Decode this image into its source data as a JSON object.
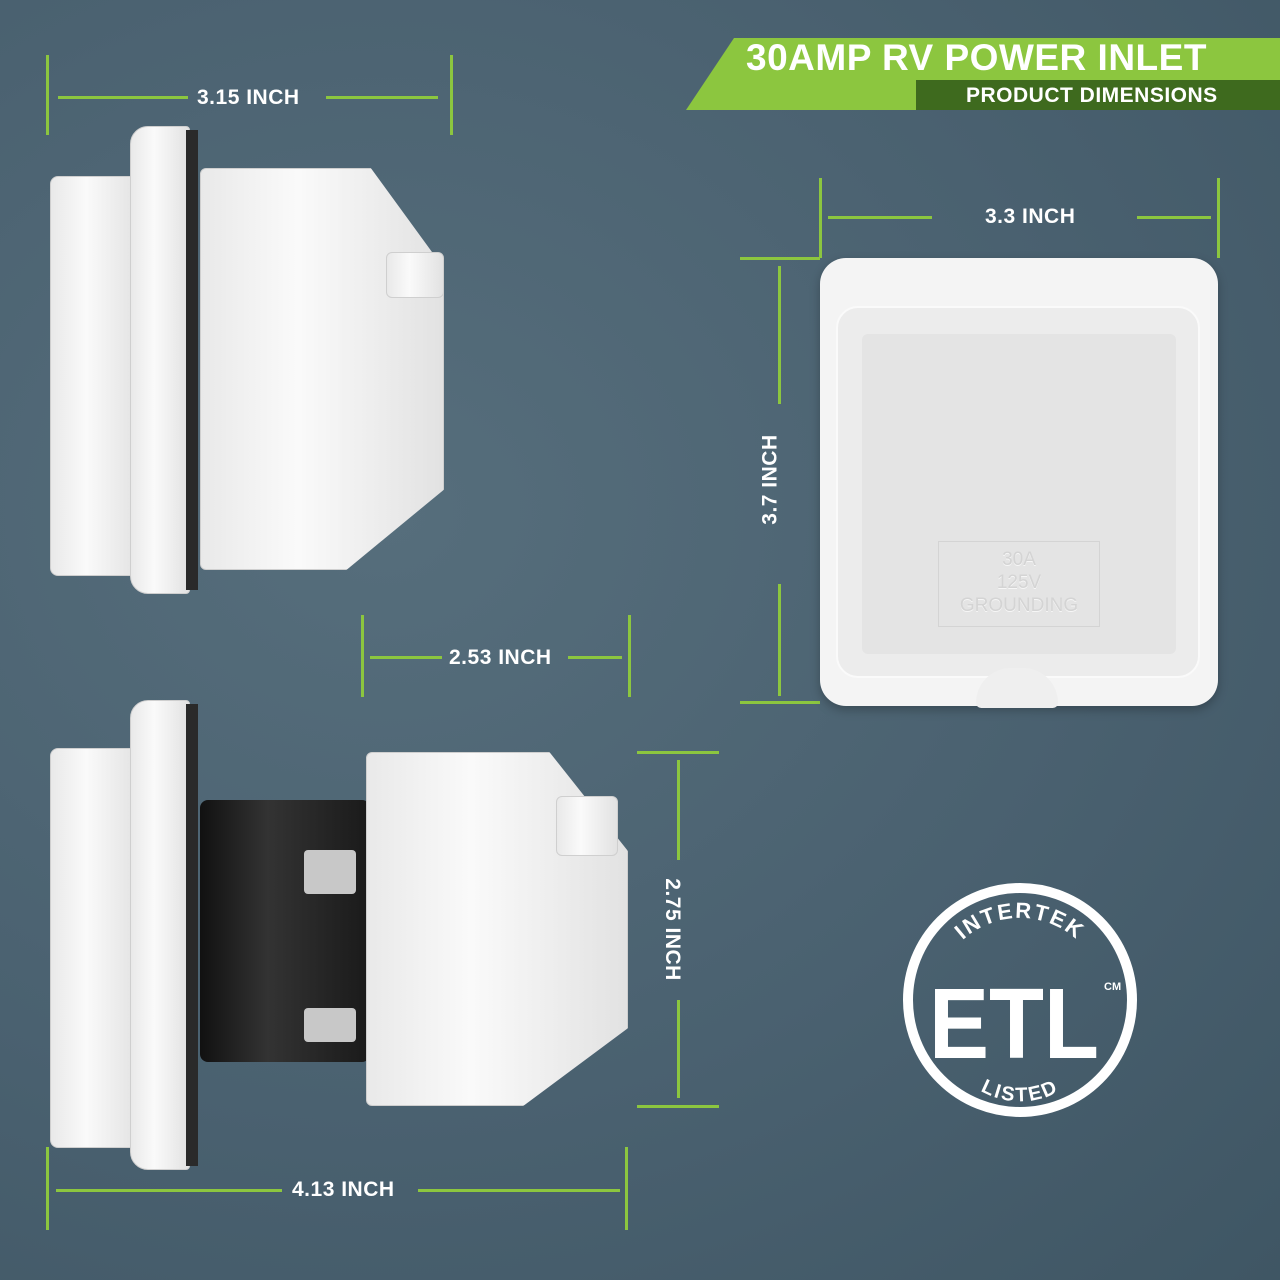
{
  "header": {
    "title": "30AMP RV POWER INLET",
    "subtitle": "PRODUCT DIMENSIONS"
  },
  "dimensions": {
    "side_width": "3.15 INCH",
    "front_width": "3.3 INCH",
    "front_height": "3.7 INCH",
    "body_depth": "2.53 INCH",
    "body_height": "2.75 INCH",
    "total_depth": "4.13 INCH"
  },
  "cover_label": [
    "30A",
    "125V",
    "GROUNDING"
  ],
  "certification": {
    "top": "INTERTEK",
    "mark": "ETL",
    "bottom": "LISTED",
    "suffix": "CM"
  },
  "colors": {
    "accent": "#8cc63f",
    "accent_dark": "#3e6a1e",
    "background": "#4b6271"
  }
}
